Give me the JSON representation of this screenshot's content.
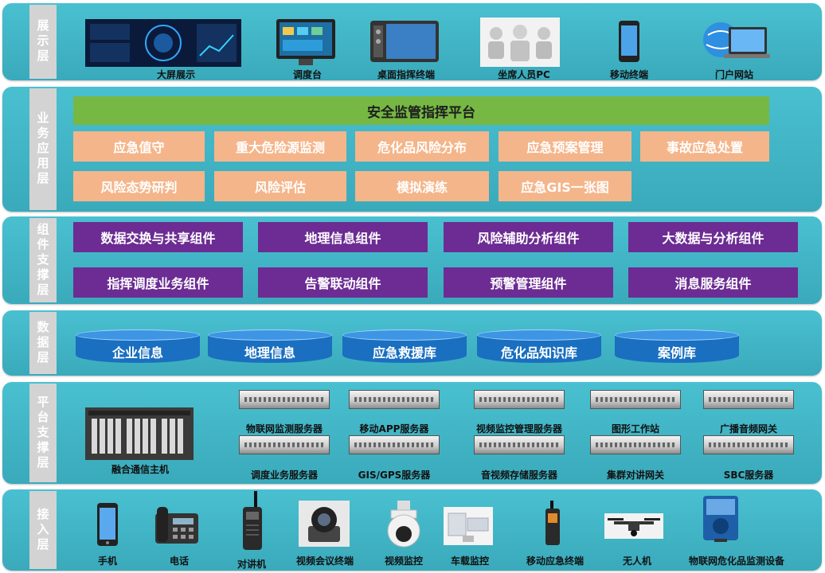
{
  "layers": {
    "display": {
      "label": "展示层",
      "items": [
        "大屏展示",
        "调度台",
        "桌面指挥终端",
        "坐席人员PC",
        "移动终端",
        "门户网站"
      ]
    },
    "business": {
      "label": "业务应用层",
      "platform": "安全监管指挥平台",
      "modules": [
        "应急值守",
        "重大危险源监测",
        "危化品风险分布",
        "应急预案管理",
        "事故应急处置",
        "风险态势研判",
        "风险评估",
        "模拟演练",
        "应急GIS一张图"
      ]
    },
    "component": {
      "label": "组件支撑层",
      "items": [
        "数据交换与共享组件",
        "地理信息组件",
        "风险辅助分析组件",
        "大数据与分析组件",
        "指挥调度业务组件",
        "告警联动组件",
        "预警管理组件",
        "消息服务组件"
      ]
    },
    "data": {
      "label": "数据层",
      "items": [
        "企业信息",
        "地理信息",
        "应急救援库",
        "危化品知识库",
        "案例库"
      ]
    },
    "platform": {
      "label": "平台支撑层",
      "host": "融合通信主机",
      "servers": [
        "物联网监测服务器",
        "移动APP服务器",
        "视频监控管理服务器",
        "图形工作站",
        "广播音频网关",
        "调度业务服务器",
        "GIS/GPS服务器",
        "音视频存储服务器",
        "集群对讲网关",
        "SBC服务器"
      ]
    },
    "access": {
      "label": "接入层",
      "items": [
        "手机",
        "电话",
        "对讲机",
        "视频会议终端",
        "视频监控",
        "车载监控",
        "移动应急终端",
        "无人机",
        "物联网危化品监测设备"
      ]
    }
  },
  "colors": {
    "layer_bg": "#42b7c7",
    "label_bg": "#d3d3d3",
    "platform_bar": "#76b843",
    "module": "#f5b58a",
    "component": "#6c2c93",
    "database": "#1a6fc0"
  }
}
